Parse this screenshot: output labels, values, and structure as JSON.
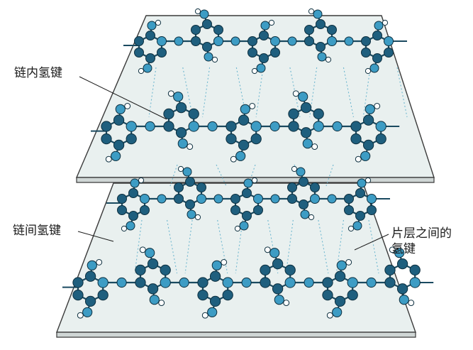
{
  "labels": {
    "intra_chain": "链内氢键",
    "inter_chain": "链间氢键",
    "inter_sheet_line1": "片层之间的",
    "inter_sheet_line2": "氢键"
  },
  "colors": {
    "sheet_fill": "#e9f0ef",
    "sheet_edge": "#3a3a3a",
    "carbon": "#1f5f7e",
    "oxygen": "#3d9cc4",
    "hydrogen": "#ffffff",
    "hbond": "#6fb7cf"
  }
}
